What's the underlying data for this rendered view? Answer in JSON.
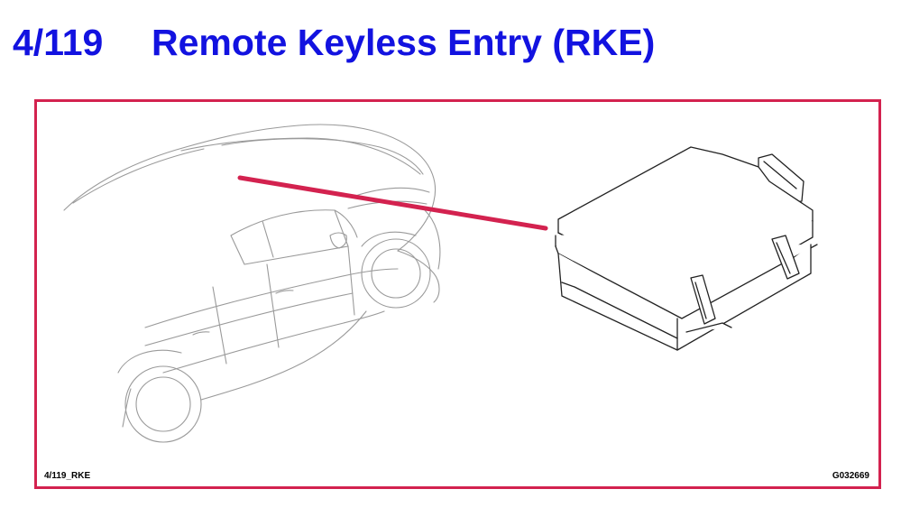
{
  "title": {
    "code": "4/119",
    "text": "Remote Keyless Entry (RKE)"
  },
  "figure": {
    "label_left": "4/119_RKE",
    "label_right": "G032669",
    "callout_color": "#d3224f",
    "frame_color": "#d3224f",
    "title_color": "#1212e0",
    "illustrations": [
      "car-illustration",
      "rke-module-illustration"
    ]
  }
}
